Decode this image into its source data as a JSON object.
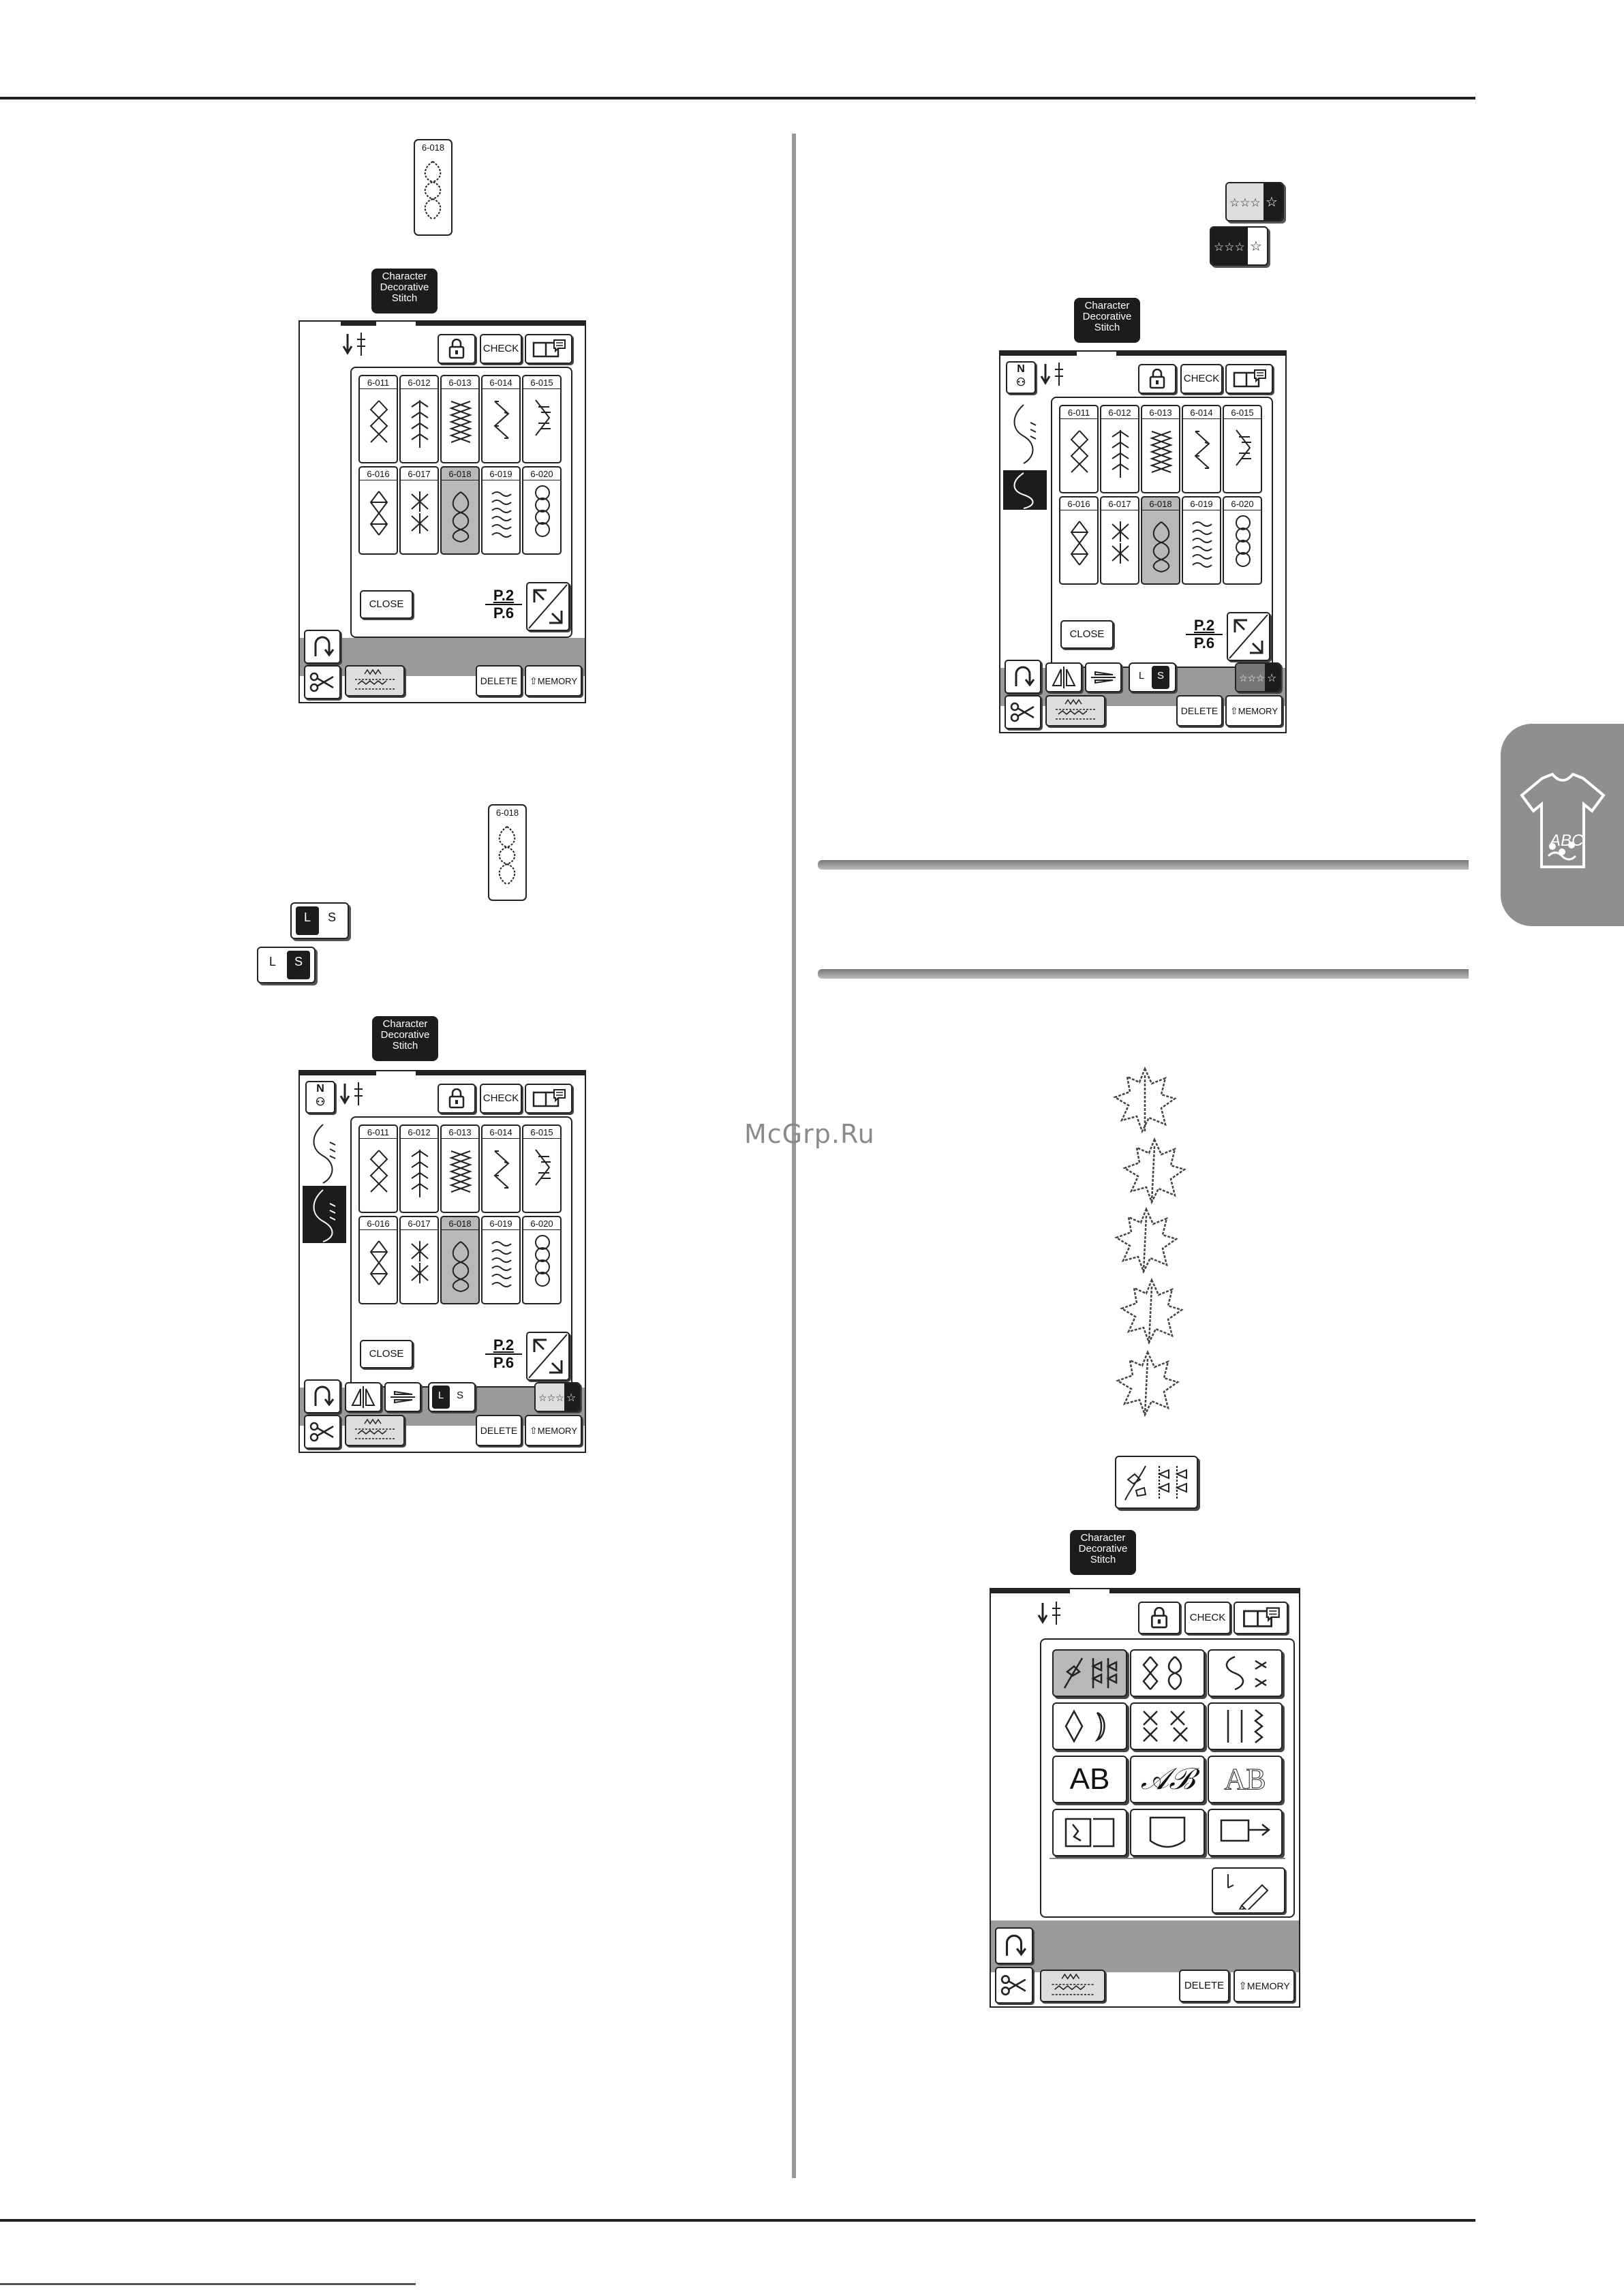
{
  "header_chip": {
    "line1": "Character",
    "line2": "Decorative",
    "line3": "Stitch"
  },
  "stitch_icon_label": "6-018",
  "screen_buttons": {
    "check": "CHECK",
    "close": "CLOSE",
    "delete": "DELETE",
    "memory": "MEMORY"
  },
  "page_indicator": {
    "current": "P.2",
    "total": "P.6"
  },
  "ls_labels": {
    "large": "L",
    "small": "S"
  },
  "stitch_cells": [
    {
      "code": "6-011",
      "selected": false
    },
    {
      "code": "6-012",
      "selected": false
    },
    {
      "code": "6-013",
      "selected": false
    },
    {
      "code": "6-014",
      "selected": false
    },
    {
      "code": "6-015",
      "selected": false
    },
    {
      "code": "6-016",
      "selected": false
    },
    {
      "code": "6-017",
      "selected": false
    },
    {
      "code": "6-018",
      "selected": true
    },
    {
      "code": "6-019",
      "selected": false
    },
    {
      "code": "6-020",
      "selected": false
    }
  ],
  "category_screen": {
    "tiles": [
      {
        "icon": "leaf-stitch-icon",
        "text": "",
        "selected": true
      },
      {
        "icon": "decorative-stitch-icon",
        "text": "",
        "selected": false
      },
      {
        "icon": "satin-stitch-icon",
        "text": "",
        "selected": false
      },
      {
        "icon": "satin-shapes-icon",
        "text": "",
        "selected": false
      },
      {
        "icon": "cross-stitch-icon",
        "text": "",
        "selected": false
      },
      {
        "icon": "utility-stitch-icon",
        "text": "",
        "selected": false
      },
      {
        "icon": "",
        "text": "AB",
        "selected": false
      },
      {
        "icon": "",
        "text": "𝒜ℬ",
        "selected": false
      },
      {
        "icon": "",
        "text": "AB",
        "selected": false
      },
      {
        "icon": "my-custom-stitch-icon",
        "text": "",
        "selected": false
      },
      {
        "icon": "pocket-memory-icon",
        "text": "",
        "selected": false
      },
      {
        "icon": "usb-media-icon",
        "text": "",
        "selected": false
      }
    ]
  },
  "side_tab_icon_text": "ABC",
  "watermark": "McGrp.Ru",
  "colors": {
    "ink": "#222222",
    "selected_cell": "#b8b8b8",
    "lcd_gray": "#9a9a9a",
    "side_tab": "#8f8f8f",
    "watermark": "#8a8a8a"
  }
}
